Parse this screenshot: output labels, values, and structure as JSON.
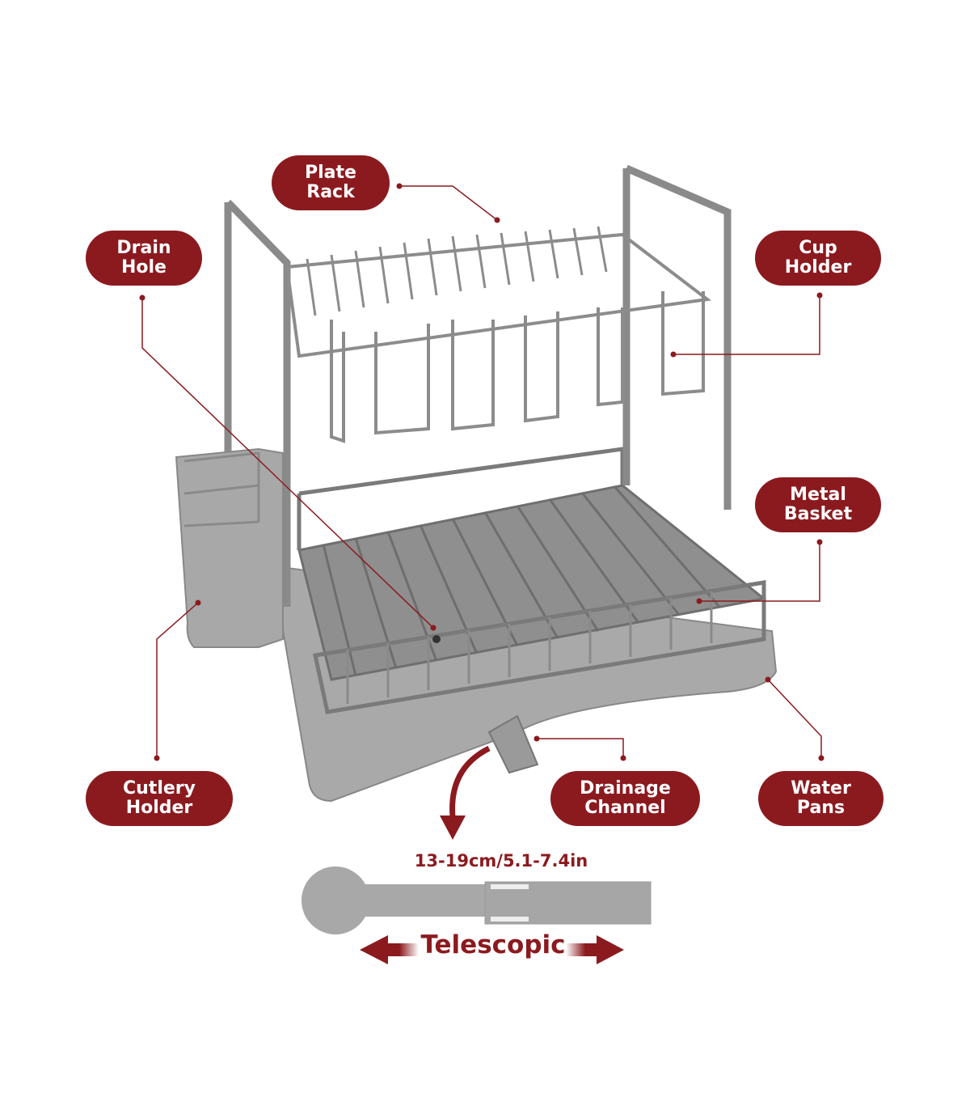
{
  "accent_color": "#8b1a1f",
  "labels": {
    "plate_rack": [
      "Plate",
      "Rack"
    ],
    "drain_hole": [
      "Drain",
      "Hole"
    ],
    "cup_holder": [
      "Cup",
      "Holder"
    ],
    "metal_basket": [
      "Metal",
      "Basket"
    ],
    "cutlery_holder": [
      "Cutlery",
      "Holder"
    ],
    "drainage_channel": [
      "Drainage",
      "Channel"
    ],
    "water_pans": [
      "Water",
      "Pans"
    ]
  },
  "telescopic": {
    "range": "13-19cm/5.1-7.4in",
    "label": "Telescopic"
  }
}
